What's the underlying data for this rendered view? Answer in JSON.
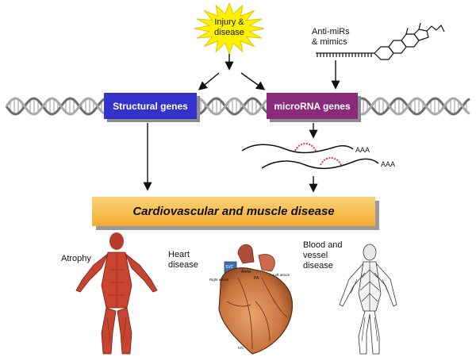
{
  "injury": {
    "line1": "Injury &",
    "line2": "disease"
  },
  "anti_mirs": {
    "line1": "Anti-miRs",
    "line2": "& mimics"
  },
  "structural_genes": "Structural genes",
  "microrna_genes": "microRNA genes",
  "poly_a": [
    "AAA",
    "AAA"
  ],
  "disease_banner": "Cardiovascular and muscle disease",
  "atrophy": "Atrophy",
  "heart_disease": {
    "line1": "Heart",
    "line2": "disease"
  },
  "blood_vessel": {
    "line1": "Blood and",
    "line2": "vessel",
    "line3": "disease"
  },
  "heart_labels": {
    "svc": "SVC",
    "aorta": "Aorta",
    "pa": "PA",
    "left_atrium": "Left atrium",
    "right_atrium": "Right atrium",
    "ivc": "IVC"
  },
  "colors": {
    "structural_box": "#3333cc",
    "microrna_box": "#8a2a7a",
    "banner": "#f7be4a",
    "starburst": "#fff200",
    "mirna_loop": "#d93a4a"
  }
}
